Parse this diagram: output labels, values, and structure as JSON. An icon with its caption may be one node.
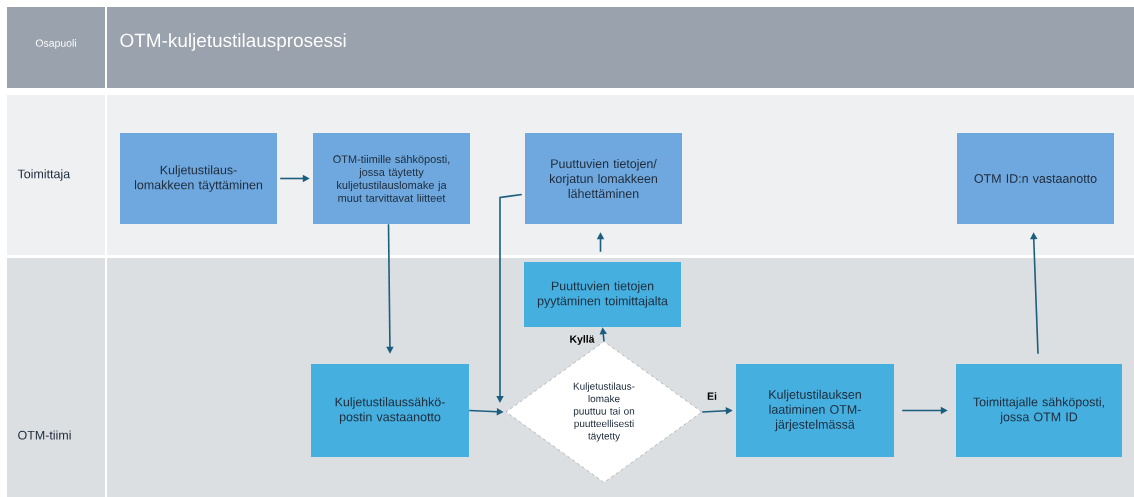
{
  "diagram": {
    "title": "OTM-kuljetustilausprosessi",
    "nodes": [
      {
        "text": [
          "Toimittaja"
        ]
      },
      {
        "text": [
          "OTM-tiimi"
        ]
      },
      {
        "text": [
          "Kuljetustilaus-lomakkeen täyttäminen"
        ],
        "in": 0
      },
      {
        "text": [
          "OTM-tiimille sähköposti, jossa täytetty kuljetustilauslomake ja muut tarvittavat liitteet"
        ],
        "in": 0
      },
      {
        "text": [
          "Puuttuvien tietojen/ korjatun lomakkeen lähettäminen"
        ],
        "in": 0
      },
      {
        "text": [
          "OTM ID:n vastaanotto"
        ],
        "in": 0
      },
      {
        "text": [
          "Puuttuvien tietojen pyytäminen toimittajalta"
        ],
        "in": 1
      },
      {
        "text": [
          "Kuljetustilaussähkö-postin vastaanotto"
        ],
        "in": 1
      },
      {
        "text": [
          "Kuljetustilaus-lomake puuttuu tai on puutteellisesti täytetty"
        ],
        "in": 1
      },
      {
        "text": [
          "Kuljetustilauksen laatiminen OTM-järjestelmässä"
        ],
        "in": 1
      },
      {
        "text": [
          "Toimittajalle sähköposti, jossa OTM ID"
        ],
        "in": 1
      }
    ],
    "edges": [
      {
        "from": 2,
        "to": 3,
        "arrow": "to"
      },
      {
        "from": 3,
        "to": 7,
        "arrow": "to"
      },
      {
        "from": 4,
        "to": 8,
        "arrow": "to"
      },
      {
        "from": 7,
        "to": 8,
        "arrow": "to"
      },
      {
        "from": 8,
        "to": 6,
        "arrow": "to",
        "label": "Kyllä"
      },
      {
        "from": 6,
        "to": 4,
        "arrow": "to"
      },
      {
        "from": 8,
        "to": 9,
        "arrow": "to",
        "label": "Ei"
      },
      {
        "from": 9,
        "to": 10,
        "arrow": "to"
      },
      {
        "from": 10,
        "to": 5,
        "arrow": "to"
      }
    ],
    "labels": [
      "Osapuoli"
    ]
  }
}
